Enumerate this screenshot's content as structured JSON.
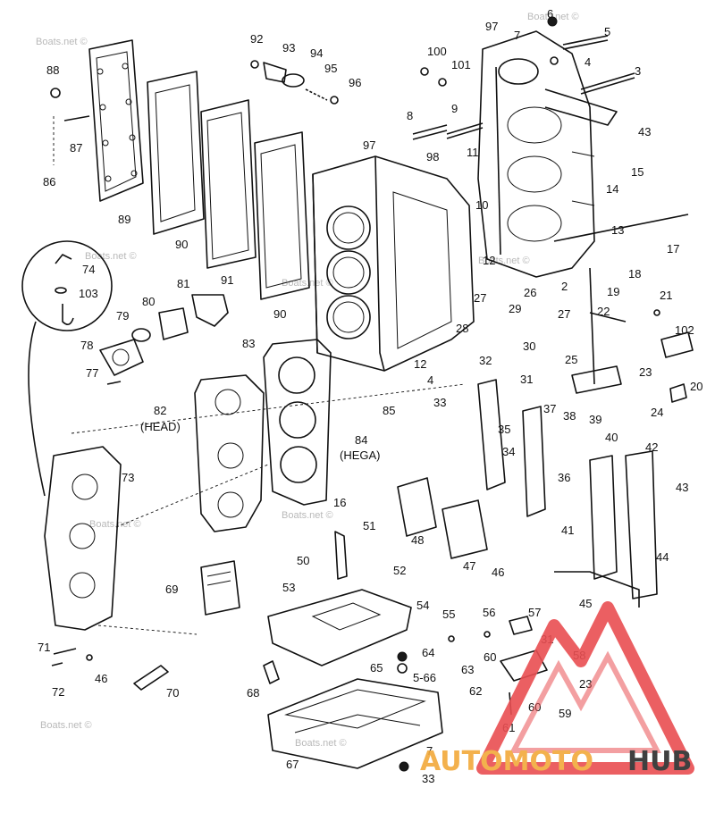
{
  "watermark": {
    "text": "Boats.net ©"
  },
  "brand": {
    "part1": "AUTOMOTO",
    "part2": "HUB",
    "color_main": "#f2a93a",
    "color_accent": "#e94e52",
    "color_dark": "#2c2c2c"
  },
  "callouts": {
    "c2": "2",
    "c3": "3",
    "c4": "4",
    "c4b": "4",
    "c5": "5",
    "c6": "6",
    "c7": "7",
    "c7b": "7",
    "c8": "8",
    "c9": "9",
    "c10": "10",
    "c11": "11",
    "c12": "12",
    "c12b": "12",
    "c13": "13",
    "c14": "14",
    "c15": "15",
    "c16": "16",
    "c17": "17",
    "c18": "18",
    "c19": "19",
    "c20": "20",
    "c21": "21",
    "c22": "22",
    "c23": "23",
    "c23b": "23",
    "c24": "24",
    "c25": "25",
    "c26": "26",
    "c27": "27",
    "c27b": "27",
    "c28": "28",
    "c29": "29",
    "c30": "30",
    "c31": "31",
    "c31b": "31",
    "c32": "32",
    "c33": "33",
    "c33b": "33",
    "c34": "34",
    "c35": "35",
    "c36": "36",
    "c37": "37",
    "c38": "38",
    "c39": "39",
    "c40": "40",
    "c41": "41",
    "c42": "42",
    "c43": "43",
    "c43b": "43",
    "c44": "44",
    "c45": "45",
    "c46": "46",
    "c46b": "46",
    "c47": "47",
    "c48": "48",
    "c50": "50",
    "c51": "51",
    "c52": "52",
    "c53": "53",
    "c54": "54",
    "c55": "55",
    "c56": "56",
    "c57": "57",
    "c58": "58",
    "c59": "59",
    "c60": "60",
    "c60b": "60",
    "c61": "61",
    "c62": "62",
    "c63": "63",
    "c64": "64",
    "c65": "65",
    "c66": "5-66",
    "c67": "67",
    "c68": "68",
    "c69": "69",
    "c70": "70",
    "c71": "71",
    "c72": "72",
    "c73": "73",
    "c74": "74",
    "c77": "77",
    "c78": "78",
    "c79": "79",
    "c80": "80",
    "c81": "81",
    "c82": "82",
    "c82sub": "(HEAD)",
    "c83": "83",
    "c84": "84",
    "c84sub": "(HEGA)",
    "c85": "85",
    "c86": "86",
    "c87": "87",
    "c88": "88",
    "c89": "89",
    "c90": "90",
    "c90b": "90",
    "c91": "91",
    "c92": "92",
    "c93": "93",
    "c94": "94",
    "c95": "95",
    "c96": "96",
    "c97": "97",
    "c97b": "97",
    "c98": "98",
    "c100": "100",
    "c101": "101",
    "c102": "102",
    "c103": "103"
  }
}
